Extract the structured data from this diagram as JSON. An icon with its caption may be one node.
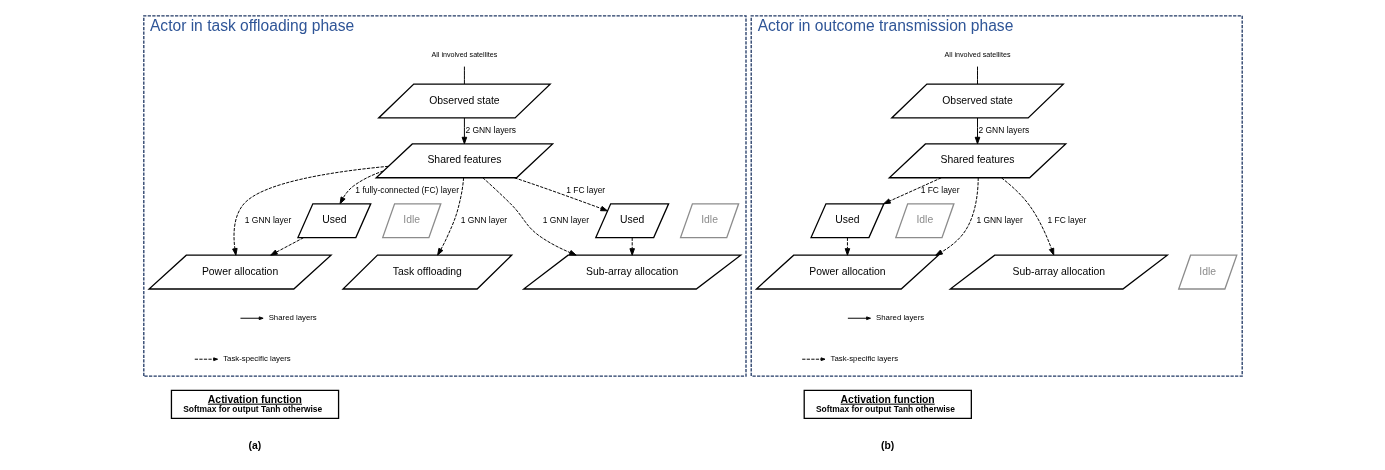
{
  "diagram": {
    "nodes": [
      {
        "text": [
          "Actor in task offloading phase"
        ]
      },
      {
        "text": [
          "All involved satellites"
        ],
        "in": 0
      },
      {
        "text": [
          "Observed state"
        ],
        "in": 0
      },
      {
        "text": [
          "Shared features"
        ],
        "in": 0
      },
      {
        "text": [
          "Used"
        ],
        "in": 0
      },
      {
        "text": [
          "Idle"
        ],
        "in": 0
      },
      {
        "text": [
          "Used"
        ],
        "in": 0
      },
      {
        "text": [
          "Idle"
        ],
        "in": 0
      },
      {
        "text": [
          "Task offloading"
        ],
        "in": 0
      },
      {
        "text": [
          "Power allocation"
        ],
        "in": 0
      },
      {
        "text": [
          "Sub-array allocation"
        ],
        "in": 0
      },
      {
        "text": [
          "Activation function",
          "Softmax for output Tanh otherwise"
        ]
      },
      {
        "text": [
          "Actor in outcome transmission phase"
        ]
      },
      {
        "text": [
          "All involved satellites"
        ],
        "in": 12
      },
      {
        "text": [
          "Observed state"
        ],
        "in": 12
      },
      {
        "text": [
          "Shared features"
        ],
        "in": 12
      },
      {
        "text": [
          "Used"
        ],
        "in": 12
      },
      {
        "text": [
          "Idle"
        ],
        "in": 12
      },
      {
        "text": [
          "Power allocation"
        ],
        "in": 12
      },
      {
        "text": [
          "Sub-array allocation"
        ],
        "in": 12
      },
      {
        "text": [
          "Idle"
        ],
        "in": 12
      },
      {
        "text": [
          "Activation function",
          "Softmax for output Tanh otherwise"
        ]
      }
    ],
    "edges": [
      {
        "from": 1,
        "to": 2,
        "arrow": "none"
      },
      {
        "from": 2,
        "to": 3,
        "arrow": "to",
        "label": "2 GNN layers"
      },
      {
        "from": 3,
        "to": 8,
        "arrow": "to",
        "style": "dashed",
        "label": "1 GNN layer"
      },
      {
        "from": 3,
        "to": 9,
        "arrow": "to",
        "style": "dashed",
        "label": "1 GNN layer"
      },
      {
        "from": 3,
        "to": 4,
        "arrow": "to",
        "style": "dashed",
        "label": "1 fully-connected (FC) layer"
      },
      {
        "from": 4,
        "to": 9,
        "arrow": "to",
        "style": "dashed"
      },
      {
        "from": 3,
        "to": 10,
        "arrow": "to",
        "style": "dashed",
        "label": "1 GNN layer"
      },
      {
        "from": 3,
        "to": 6,
        "arrow": "to",
        "style": "dashed",
        "label": "1 FC layer"
      },
      {
        "from": 6,
        "to": 10,
        "arrow": "to",
        "style": "dashed"
      },
      {
        "from": 13,
        "to": 14,
        "arrow": "none"
      },
      {
        "from": 14,
        "to": 15,
        "arrow": "to",
        "label": "2 GNN layers"
      },
      {
        "from": 15,
        "to": 18,
        "arrow": "to",
        "style": "dashed",
        "label": "1 GNN layer"
      },
      {
        "from": 15,
        "to": 16,
        "arrow": "to",
        "style": "dashed",
        "label": "1 FC layer"
      },
      {
        "from": 16,
        "to": 18,
        "arrow": "to",
        "style": "dashed"
      },
      {
        "from": 15,
        "to": 19,
        "arrow": "to",
        "style": "dashed",
        "label": "1 FC layer"
      }
    ],
    "labels": [
      "(a)",
      "(b)"
    ],
    "legend": [
      {
        "text": "Shared layers"
      },
      {
        "text": "Task-specific layers"
      },
      {
        "text": "Shared layers"
      },
      {
        "text": "Task-specific layers"
      }
    ]
  }
}
